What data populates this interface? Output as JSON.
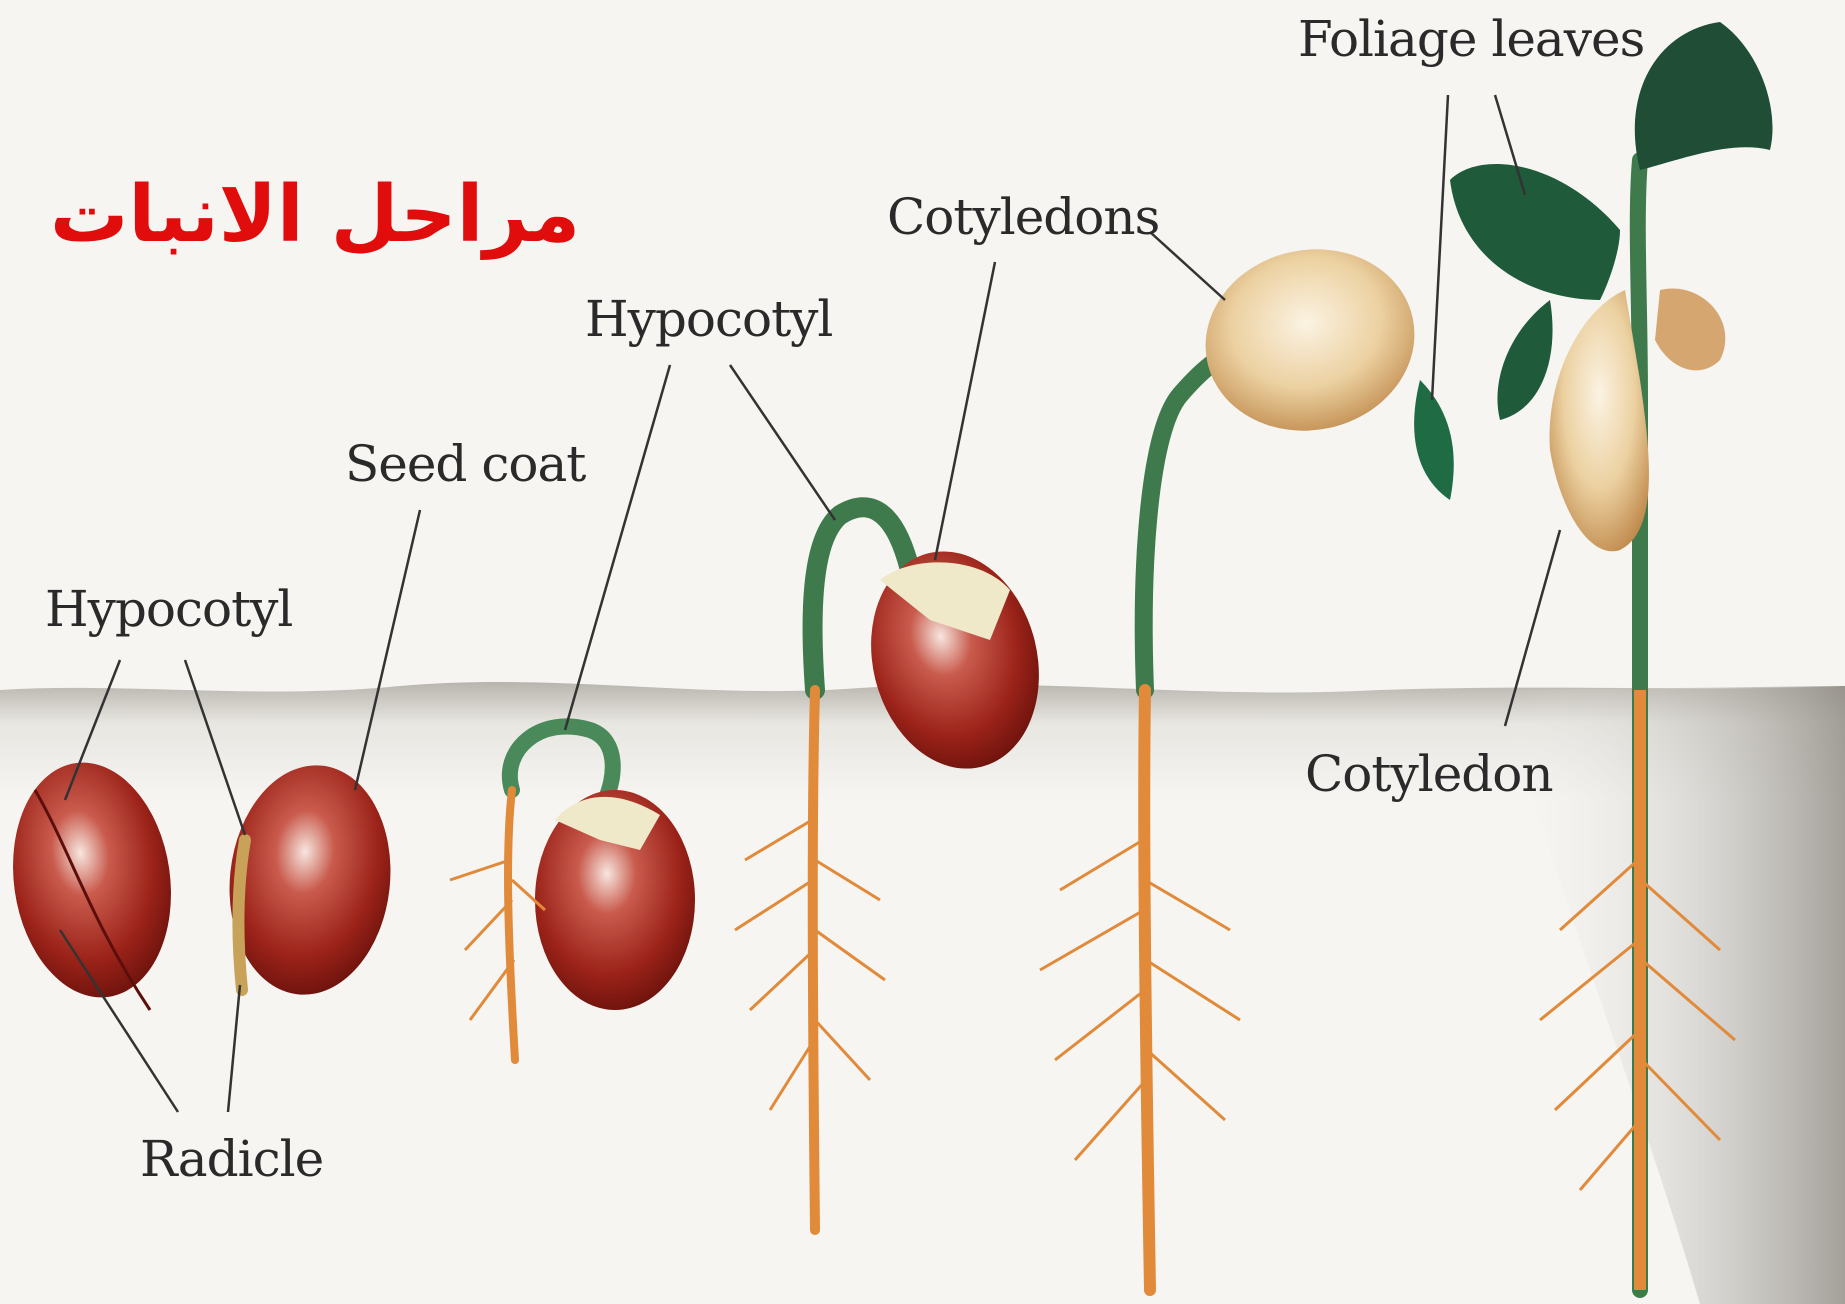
{
  "title": "مراحل الانبات",
  "labels": {
    "hypocotyl_1": "Hypocotyl",
    "radicle": "Radicle",
    "seed_coat": "Seed coat",
    "hypocotyl_2": "Hypocotyl",
    "cotyledons": "Cotyledons",
    "foliage_leaves": "Foliage leaves",
    "cotyledon": "Cotyledon"
  },
  "colors": {
    "title": "#e10c0c",
    "seed": "#a8261c",
    "cotyledon": "#e2bf86",
    "stem": "#3f7a4c",
    "root": "#e08a3a",
    "leaf": "#1f5a3a",
    "soil": "#c9c6c0"
  }
}
